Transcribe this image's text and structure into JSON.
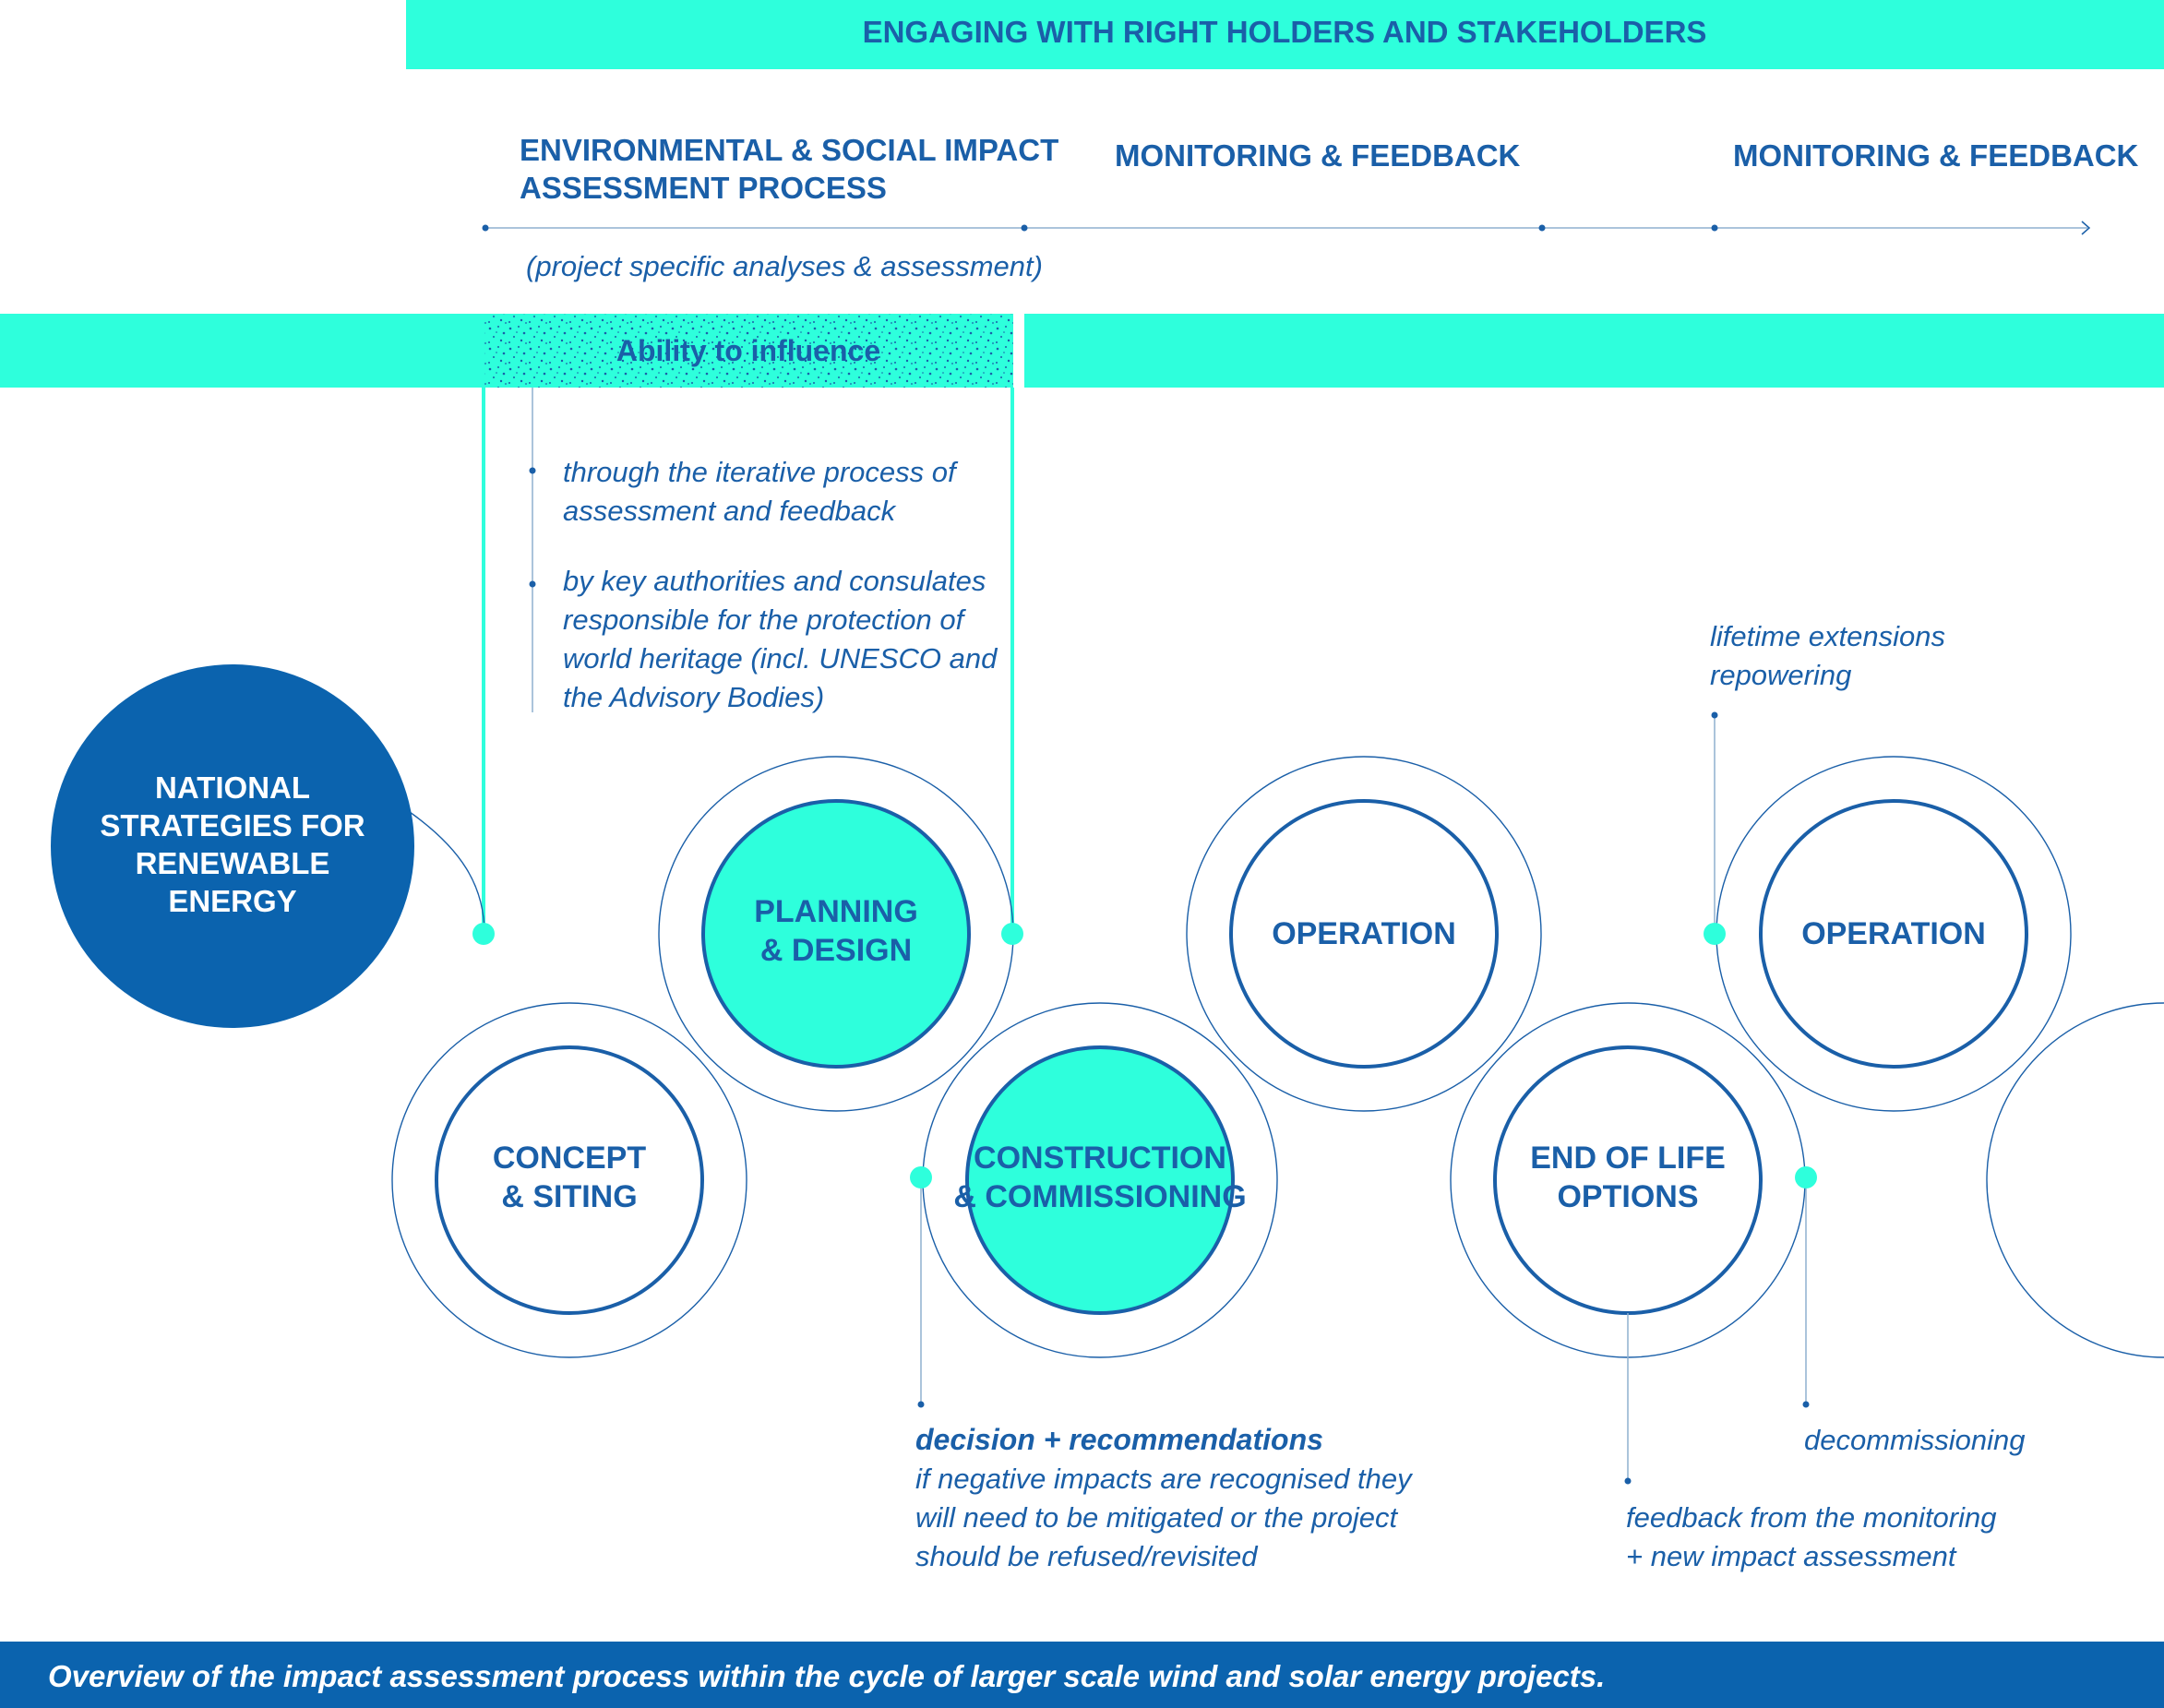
{
  "colors": {
    "teal": "#2effdc",
    "dark_blue": "#0b63ae",
    "text_blue": "#1a5fa8",
    "line_blue": "#8fb0cf"
  },
  "top_banner": "ENGAGING WITH RIGHT HOLDERS AND STAKEHOLDERS",
  "phases": {
    "esia_line1": "ENVIRONMENTAL & SOCIAL IMPACT",
    "esia_line2": "ASSESSMENT PROCESS",
    "esia_sub": "(project specific analyses & assessment)",
    "monitoring_1": "MONITORING & FEEDBACK",
    "monitoring_2": "MONITORING & FEEDBACK"
  },
  "influence": {
    "label": "Ability to influence",
    "bullet1_line1": "through the iterative process of",
    "bullet1_line2": "assessment and feedback",
    "bullet2_line1": "by key authorities and consulates",
    "bullet2_line2": "responsible for the protection of",
    "bullet2_line3": "world heritage (incl. UNESCO and",
    "bullet2_line4": "the Advisory Bodies)"
  },
  "stages": {
    "national_1": "NATIONAL",
    "national_2": "STRATEGIES FOR",
    "national_3": "RENEWABLE",
    "national_4": "ENERGY",
    "concept_1": "CONCEPT",
    "concept_2": "& SITING",
    "planning_1": "PLANNING",
    "planning_2": "& DESIGN",
    "construction_1": "CONSTRUCTION",
    "construction_2": "& COMMISSIONING",
    "operation_1": "OPERATION",
    "endoflife_1": "END OF LIFE",
    "endoflife_2": "OPTIONS",
    "operation_2": "OPERATION"
  },
  "notes": {
    "lifetime_1": "lifetime extensions",
    "lifetime_2": "repowering",
    "decision_title": "decision + recommendations",
    "decision_1": "if negative impacts are recognised they",
    "decision_2": "will need to be mitigated or the project",
    "decision_3": "should be refused/revisited",
    "decommissioning": "decommissioning",
    "feedback_1": "feedback from the monitoring",
    "feedback_2": "+ new impact assessment"
  },
  "caption": "Overview of the impact assessment process within the cycle of larger scale wind and solar energy projects."
}
